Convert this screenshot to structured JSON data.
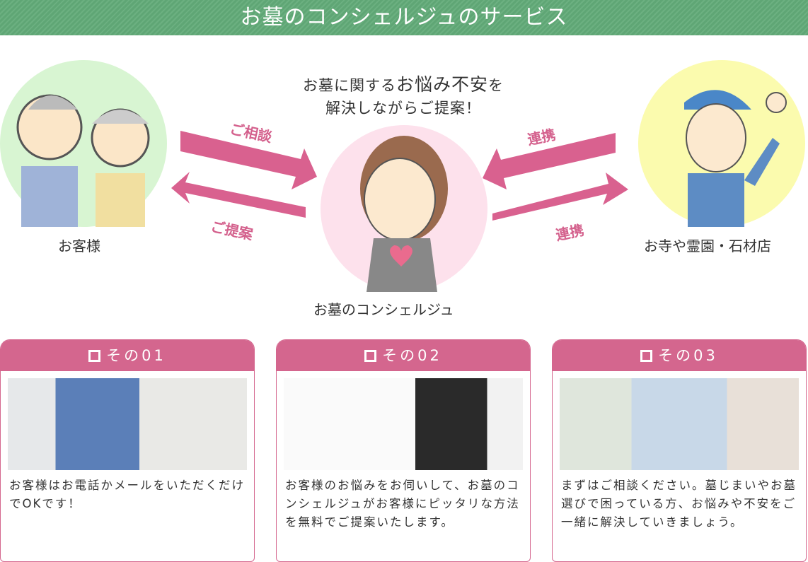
{
  "banner": {
    "title": "お墓のコンシェルジュのサービス"
  },
  "lead": {
    "line1_pre": "お墓に関する",
    "line1_em": "お悩み不安",
    "line1_post": "を",
    "line2": "解決しながらご提案！"
  },
  "nodes": {
    "customer": "お客様",
    "concierge": "お墓のコンシェルジュ",
    "temple": "お寺や霊園・石材店"
  },
  "arrows": {
    "consult": "ご相談",
    "propose": "ご提案",
    "link_top": "連携",
    "link_bottom": "連携"
  },
  "colors": {
    "green": "#5fa675",
    "pink": "#d4668e"
  },
  "cards": [
    {
      "title": "その01",
      "text": "お客様はお電話かメールをいただくだけでOKです！"
    },
    {
      "title": "その02",
      "text": "お客様のお悩みをお伺いして、お墓のコンシェルジュがお客様にピッタリな方法を無料でご提案いたします。"
    },
    {
      "title": "その03",
      "text": "まずはご相談ください。墓じまいやお墓選びで困っている方、お悩みや不安をご一緒に解決していきましょう。"
    }
  ]
}
